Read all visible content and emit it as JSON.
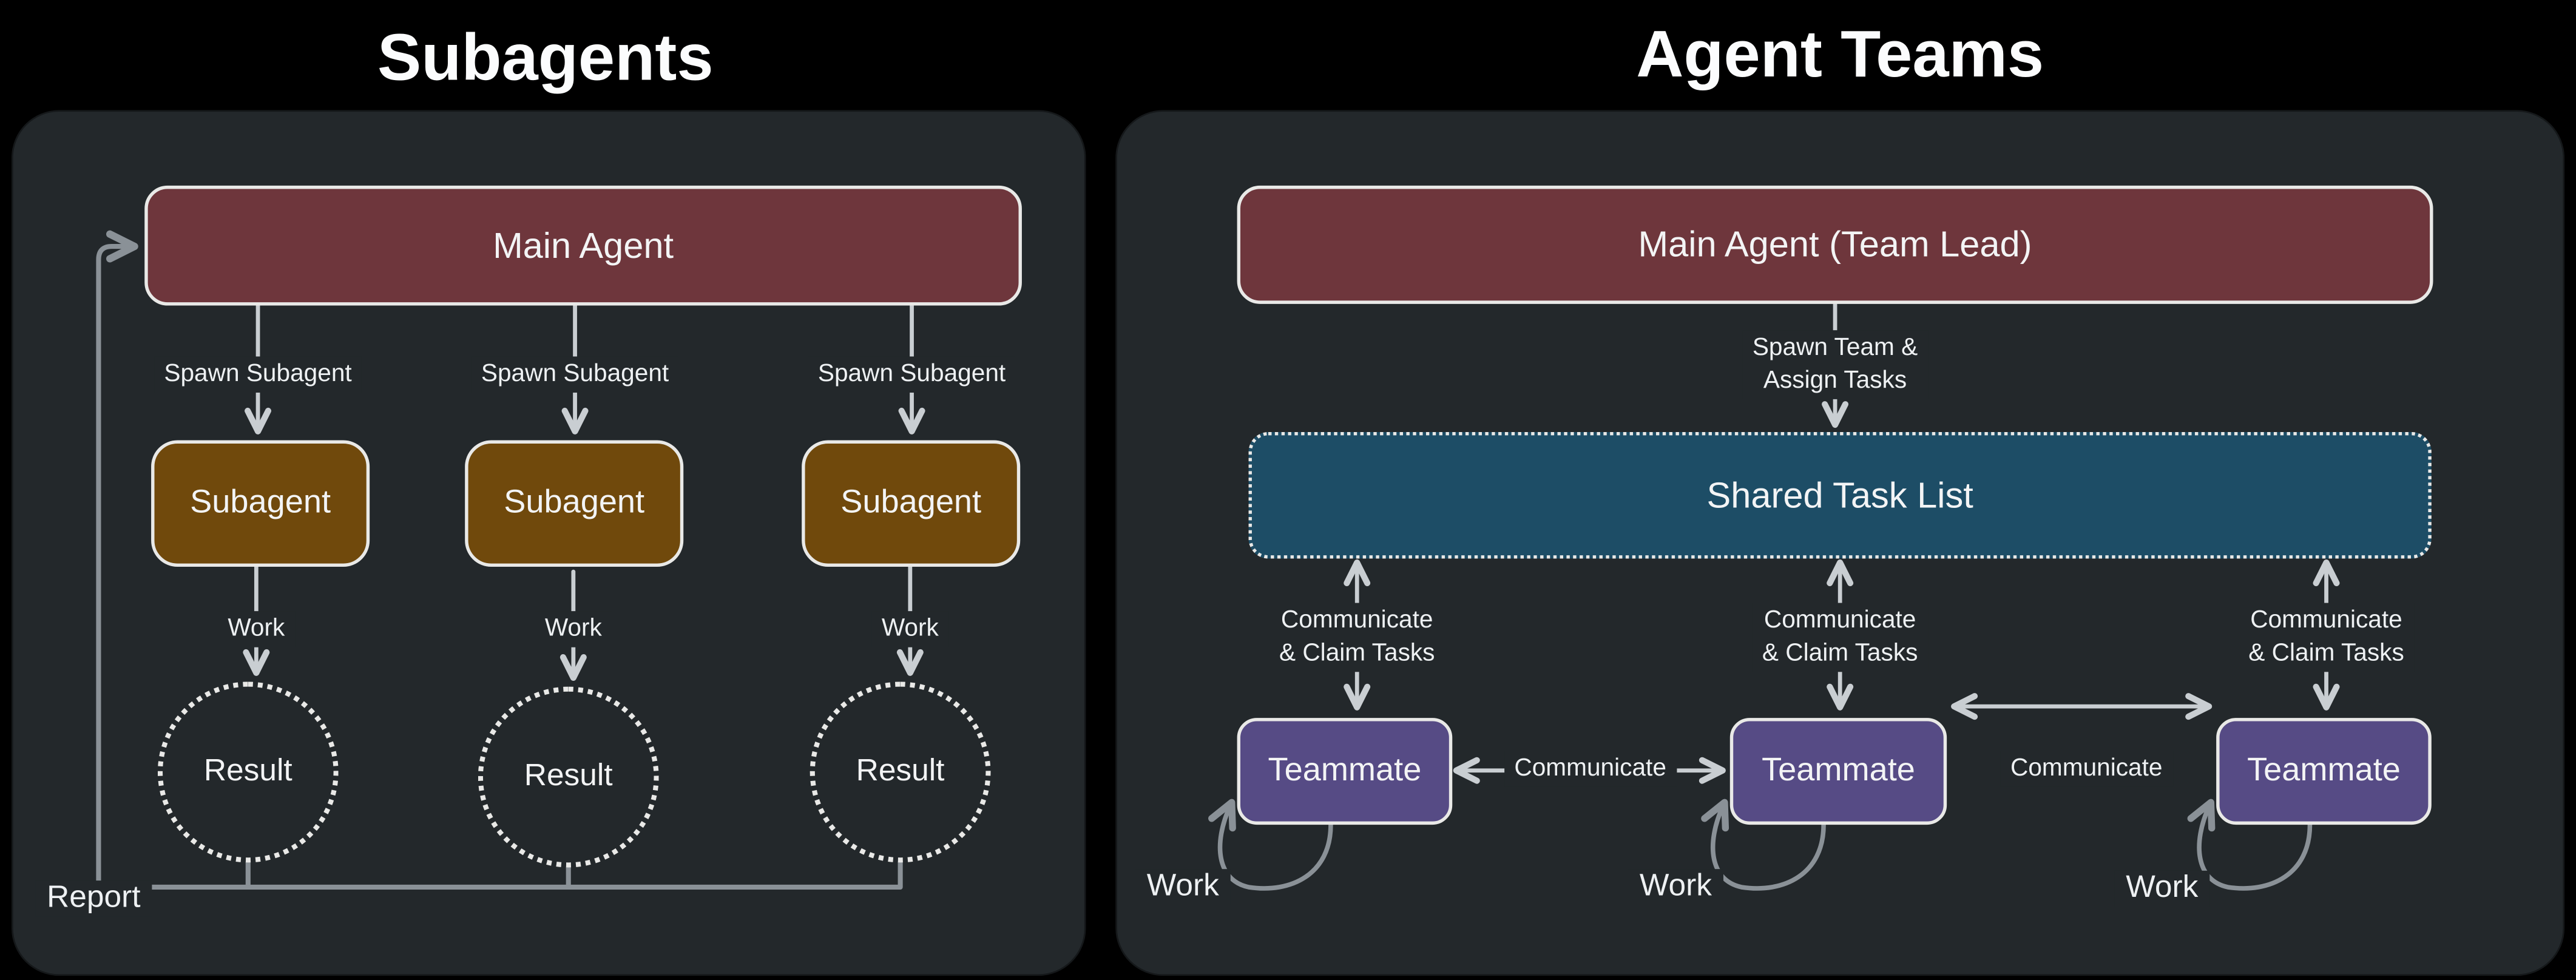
{
  "left": {
    "title": "Subagents",
    "main_agent": "Main Agent",
    "spawn_labels": [
      "Spawn Subagent",
      "Spawn Subagent",
      "Spawn Subagent"
    ],
    "subagents": [
      "Subagent",
      "Subagent",
      "Subagent"
    ],
    "work_labels": [
      "Work",
      "Work",
      "Work"
    ],
    "results": [
      "Result",
      "Result",
      "Result"
    ],
    "report_label": "Report"
  },
  "right": {
    "title": "Agent Teams",
    "main_agent": "Main Agent (Team Lead)",
    "spawn_label": {
      "line1": "Spawn Team &",
      "line2": "Assign Tasks"
    },
    "shared_task_list": "Shared Task List",
    "claim_labels": [
      {
        "line1": "Communicate",
        "line2": "& Claim Tasks"
      },
      {
        "line1": "Communicate",
        "line2": "& Claim Tasks"
      },
      {
        "line1": "Communicate",
        "line2": "& Claim Tasks"
      }
    ],
    "teammates": [
      "Teammate",
      "Teammate",
      "Teammate"
    ],
    "communicate_labels": [
      "Communicate",
      "Communicate"
    ],
    "work_labels": [
      "Work",
      "Work",
      "Work"
    ]
  },
  "colors": {
    "background": "#000000",
    "panel": "#23282b",
    "main_agent_fill": "#6e363c",
    "subagent_fill": "#70490c",
    "task_list_fill": "#1d4d66",
    "teammate_fill": "#564b85",
    "node_border": "#e9e9e7",
    "arrow": "#c9ced2",
    "report_arrow": "#8a9197",
    "text": "#f2f4f5"
  }
}
